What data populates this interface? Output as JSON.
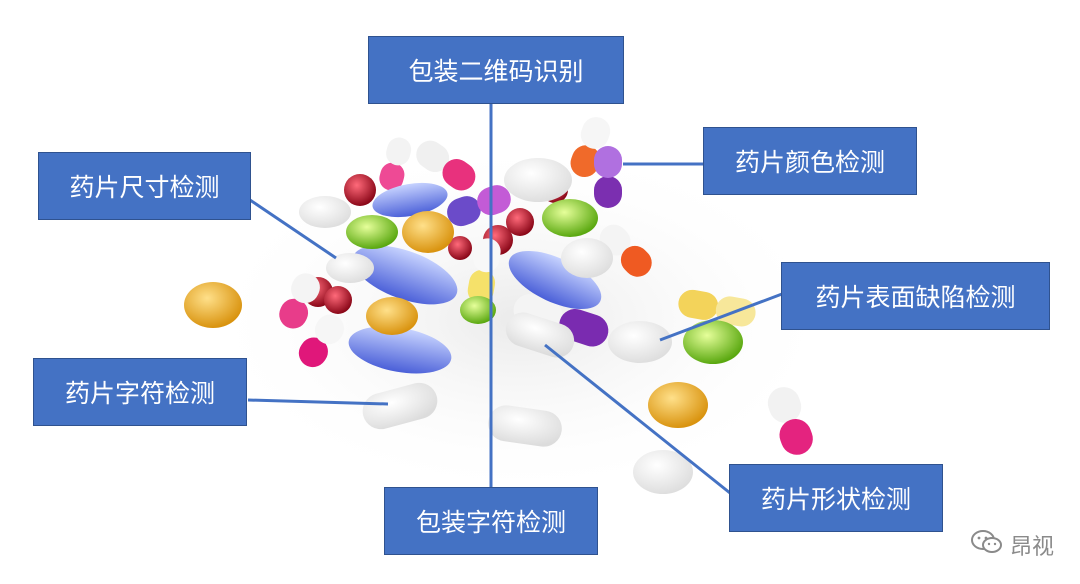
{
  "labels": {
    "package_qr": "包装二维码识别",
    "tablet_size": "药片尺寸检测",
    "tablet_color": "药片颜色检测",
    "surface_defect": "药片表面缺陷检测",
    "tablet_character": "药片字符检测",
    "tablet_shape": "药片形状检测",
    "package_character": "包装字符检测"
  },
  "watermark": {
    "icon": "wechat-icon",
    "text": "昂视"
  },
  "colors": {
    "label_fill": "#4472c4",
    "label_border": "#2f528f",
    "connector": "#4472c4",
    "label_text": "#ffffff"
  }
}
